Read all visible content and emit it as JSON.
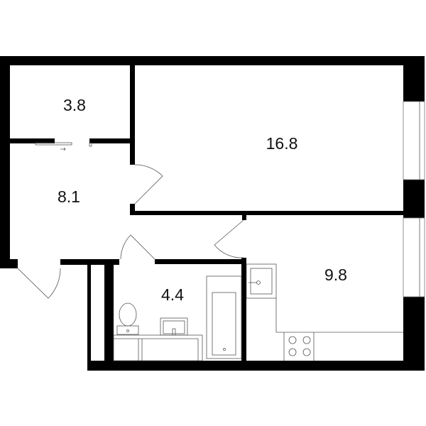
{
  "floor_plan": {
    "rooms": [
      {
        "id": "storage",
        "area": "3.8"
      },
      {
        "id": "living-room",
        "area": "16.8"
      },
      {
        "id": "hallway",
        "area": "8.1"
      },
      {
        "id": "bathroom",
        "area": "4.4"
      },
      {
        "id": "kitchen",
        "area": "9.8"
      }
    ],
    "colors": {
      "wall": "#000000",
      "fixture_line": "#555555",
      "background": "#ffffff"
    }
  }
}
